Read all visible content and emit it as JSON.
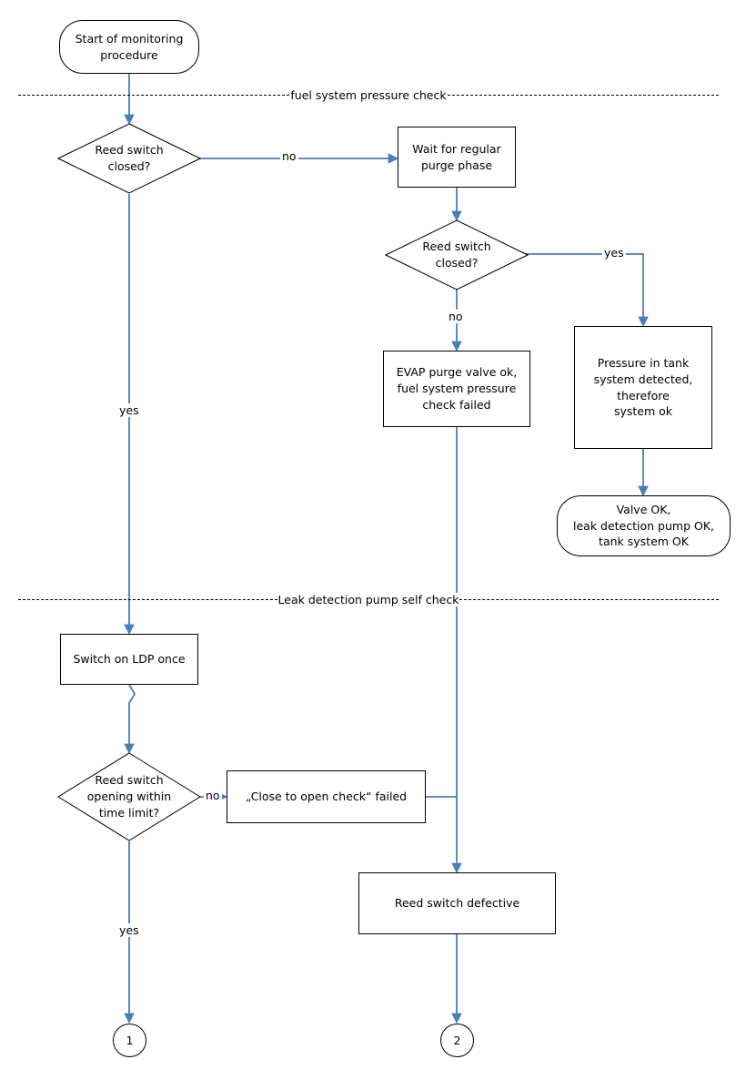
{
  "diagram": {
    "title": "Fuel system / leak detection pump monitoring flowchart",
    "line_color": "#4a7ebb",
    "shape_border_color": "#000000",
    "background": "#ffffff",
    "nodes": [
      {
        "id": "start",
        "type": "terminator",
        "label": "Start of monitoring\nprocedure"
      },
      {
        "id": "reed1",
        "type": "decision",
        "label": "Reed switch\nclosed?"
      },
      {
        "id": "wait_purge",
        "type": "process",
        "label": "Wait for regular\npurge phase"
      },
      {
        "id": "reed2",
        "type": "decision",
        "label": "Reed switch\nclosed?"
      },
      {
        "id": "evap_fail",
        "type": "process",
        "label": "EVAP purge valve ok,\nfuel system pressure\ncheck failed"
      },
      {
        "id": "pressure_ok",
        "type": "process",
        "label": "Pressure in tank\nsystem detected,\ntherefore\nsystem ok"
      },
      {
        "id": "valve_ok",
        "type": "terminator",
        "label": "Valve OK,\nleak detection pump OK,\ntank system OK"
      },
      {
        "id": "switch_ldp",
        "type": "process",
        "label": "Switch on LDP once"
      },
      {
        "id": "reed3",
        "type": "decision",
        "label": "Reed switch\nopening within\ntime limit?"
      },
      {
        "id": "close_open_fail",
        "type": "process",
        "label": "„Close to open check“ failed"
      },
      {
        "id": "reed_defective",
        "type": "process",
        "label": "Reed switch defective"
      },
      {
        "id": "conn1",
        "type": "connector",
        "label": "1"
      },
      {
        "id": "conn2",
        "type": "connector",
        "label": "2"
      }
    ],
    "edge_labels": [
      {
        "id": "e-no-1",
        "text": "no"
      },
      {
        "id": "e-yes-1",
        "text": "yes"
      },
      {
        "id": "e-yes-2",
        "text": "yes"
      },
      {
        "id": "e-no-2",
        "text": "no"
      },
      {
        "id": "e-no-3",
        "text": "no"
      },
      {
        "id": "e-yes-3",
        "text": "yes"
      }
    ],
    "dividers": [
      {
        "id": "div-fuel",
        "text": "fuel system pressure check"
      },
      {
        "id": "div-ldp",
        "text": "Leak detection pump self check"
      }
    ]
  }
}
